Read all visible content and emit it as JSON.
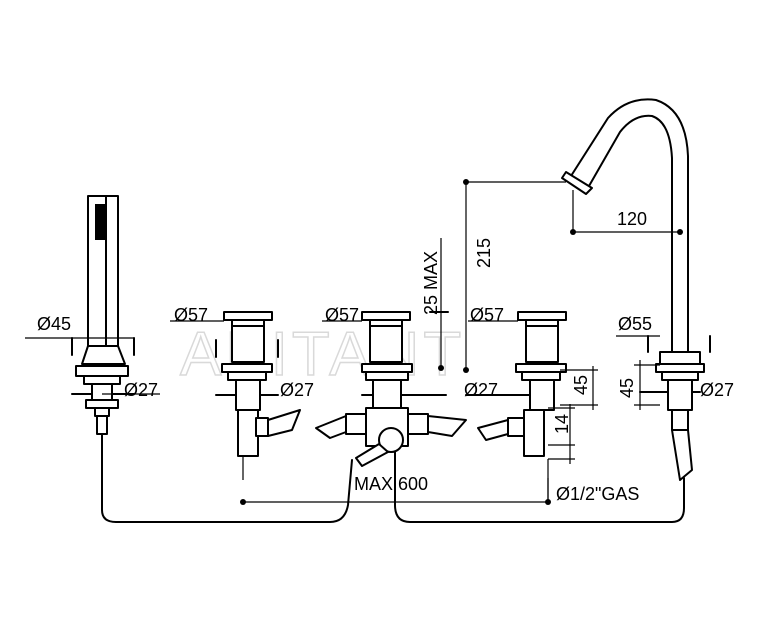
{
  "dimensions": {
    "d45": "Ø45",
    "d27_shower": "Ø27",
    "d57_left": "Ø57",
    "d27_left": "Ø27",
    "d57_center": "Ø57",
    "d25_max": "25 MAX",
    "d215": "215",
    "d120": "120",
    "d57_right": "Ø57",
    "d27_right": "Ø27",
    "h45_valve": "45",
    "h14": "14",
    "d55": "Ø55",
    "h45_spout": "45",
    "d27_spout": "Ø27",
    "max600": "MAX 600",
    "gas": "Ø1/2\"GAS"
  },
  "watermark": "ABITANT"
}
